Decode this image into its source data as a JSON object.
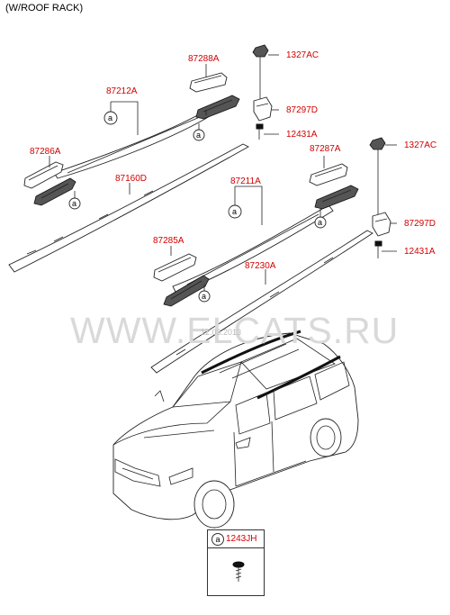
{
  "header": {
    "title": "(W/ROOF RACK)"
  },
  "watermark": {
    "text": "WWW.ELCATS.RU",
    "date": "12.03.2013"
  },
  "callout_marker": "a",
  "parts": {
    "p87288A": "87288A",
    "p1327AC_top": "1327AC",
    "p87212A": "87212A",
    "p87297D_top": "87297D",
    "p12431A_top": "12431A",
    "p87286A": "87286A",
    "p87160D": "87160D",
    "p87287A": "87287A",
    "p1327AC_right": "1327AC",
    "p87211A": "87211A",
    "p87297D_right": "87297D",
    "p87285A": "87285A",
    "p12431A_right": "12431A",
    "p87230A": "87230A"
  },
  "legend": {
    "marker": "a",
    "code": "1243JH"
  },
  "colors": {
    "part_label": "#d40000",
    "line": "#222222",
    "watermark": "#d9d9d9"
  }
}
